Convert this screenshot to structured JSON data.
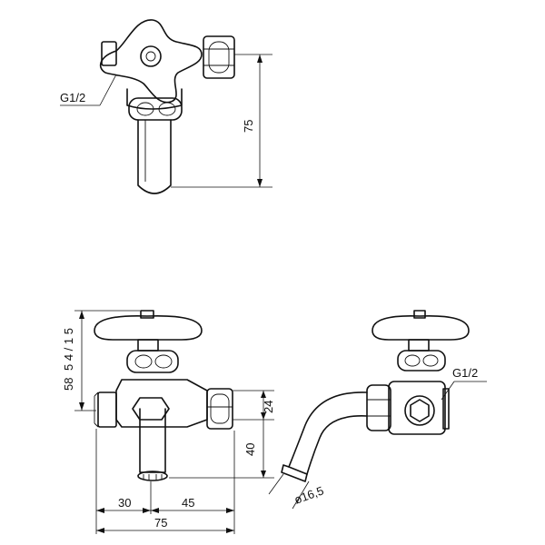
{
  "labels": {
    "top_thread": "G1/2",
    "top_height": "75",
    "front_height_total": "58",
    "front_height_extra": "5 4 / 1 5",
    "front_offset_24": "24",
    "front_height_40": "40",
    "front_width_30": "30",
    "front_width_45": "45",
    "front_width_75": "75",
    "side_thread": "G1/2",
    "side_diameter": "ø16,5"
  }
}
